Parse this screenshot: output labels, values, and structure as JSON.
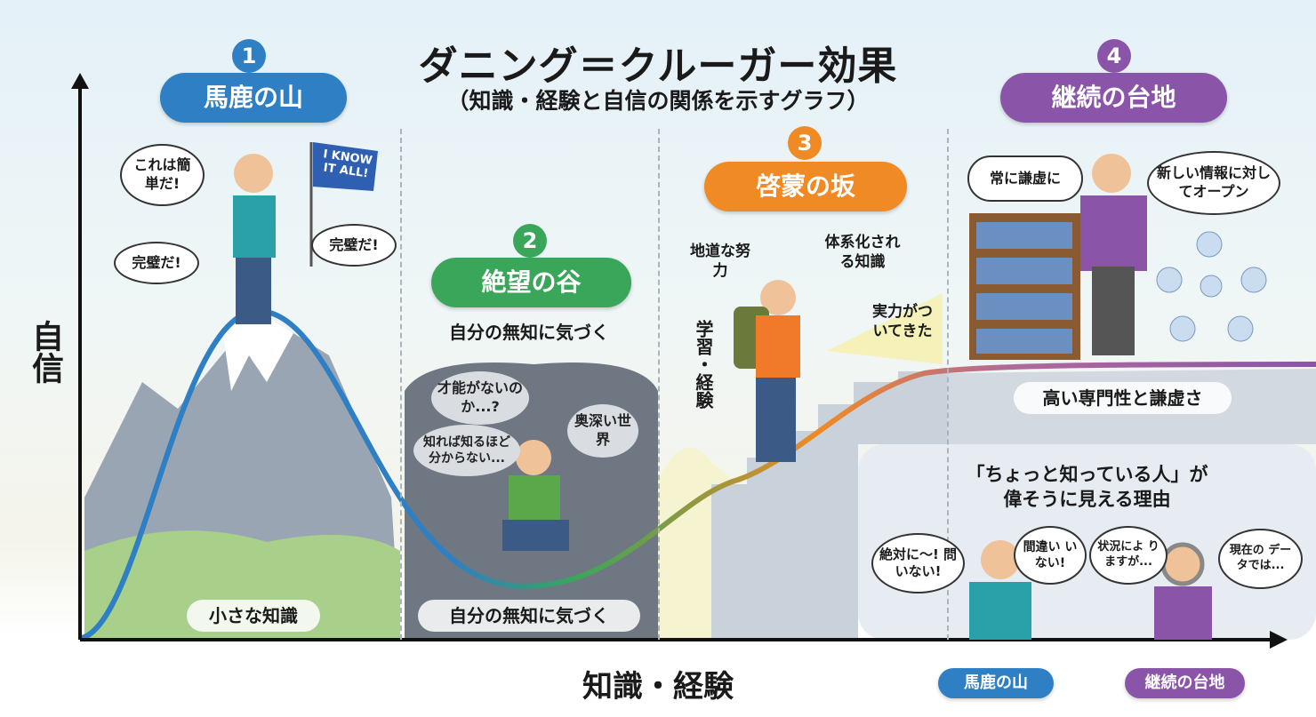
{
  "title": "ダニング＝クルーガー効果",
  "subtitle": "（知識・経験と自信の関係を示すグラフ）",
  "axes": {
    "y_label": "自信",
    "x_label": "知識・経験"
  },
  "colors": {
    "stage1": "#2f7fc4",
    "stage2": "#3aa65a",
    "stage3": "#f08a24",
    "stage4": "#8a55a8"
  },
  "stages": [
    {
      "number": "1",
      "name": "馬鹿の山",
      "caption": "小さな知識",
      "bubbles": [
        "これは簡単だ!",
        "完璧だ!",
        "完璧だ!"
      ],
      "flag": "I KNOW IT ALL!"
    },
    {
      "number": "2",
      "name": "絶望の谷",
      "subcaption": "自分の無知に気づく",
      "caption": "自分の無知に気づく",
      "thoughts": [
        "才能がないのか...?",
        "知れば知るほど分からない...",
        "奥深い世界"
      ]
    },
    {
      "number": "3",
      "name": "啓蒙の坂",
      "notes": [
        "地道な努力",
        "体系化される知識",
        "実力がついてきた"
      ],
      "vertical": "学習・経験"
    },
    {
      "number": "4",
      "name": "継続の台地",
      "caption": "高い専門性と謙虚さ",
      "bubbles": [
        "常に謙虚に",
        "新しい情報に対してオープン"
      ]
    }
  ],
  "comparison": {
    "title_line1": "「ちょっと知っている人」が",
    "title_line2": "偉そうに見える理由",
    "bubbles": [
      "絶対に〜! 問いない!",
      "間違い いない!",
      "状況によ りますが...",
      "現在の データでは..."
    ],
    "left_label": "馬鹿の山",
    "right_label": "継続の台地"
  }
}
